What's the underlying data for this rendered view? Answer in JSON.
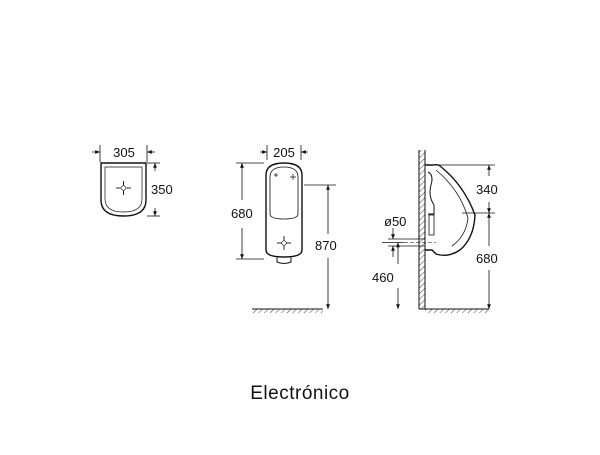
{
  "diagram": {
    "top_view": {
      "width_label": "305",
      "depth_label": "350"
    },
    "front_view": {
      "width_label": "205",
      "body_height_label": "680",
      "rim_height_label": "870"
    },
    "side_view": {
      "pipe_diameter_label": "ø50",
      "depth_label": "340",
      "pipe_height_label": "460",
      "height_label": "680"
    }
  },
  "caption": {
    "text": "Electrónico"
  },
  "colors": {
    "line": "#111111",
    "background": "#ffffff"
  }
}
